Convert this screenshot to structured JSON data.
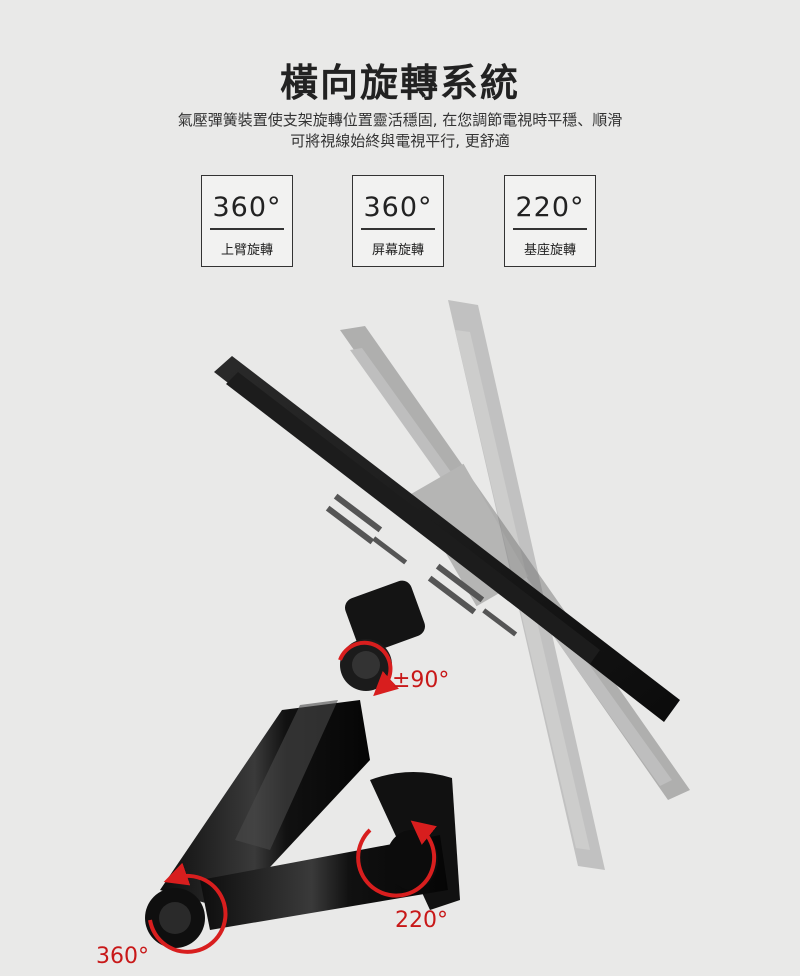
{
  "header": {
    "title": "橫向旋轉系統",
    "description_line1": "氣壓彈簧裝置使支架旋轉位置靈活穩固, 在您調節電視時平穩、順滑",
    "description_line2": "可將視線始終與電視平行, 更舒適"
  },
  "badges": [
    {
      "value": "360°",
      "label": "上臂旋轉"
    },
    {
      "value": "360°",
      "label": "屏幕旋轉"
    },
    {
      "value": "220°",
      "label": "基座旋轉"
    }
  ],
  "annotations": {
    "tilt": "±90°",
    "base": "220°",
    "arm": "360°"
  },
  "colors": {
    "accent": "#d81e1e",
    "background": "#e9e9e8"
  }
}
